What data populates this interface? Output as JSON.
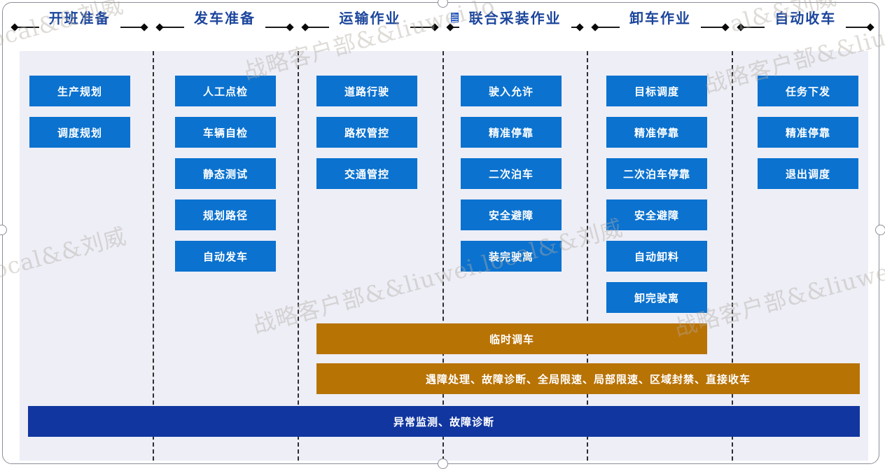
{
  "stages": [
    {
      "header": "开班准备",
      "tasks": [
        "生产规划",
        "调度规划"
      ]
    },
    {
      "header": "发车准备",
      "tasks": [
        "人工点检",
        "车辆自检",
        "静态测试",
        "规划路径",
        "自动发车"
      ]
    },
    {
      "header": "运输作业",
      "tasks": [
        "道路行驶",
        "路权管控",
        "交通管控"
      ]
    },
    {
      "header": "联合采装作业",
      "tasks": [
        "驶入允许",
        "精准停靠",
        "二次泊车",
        "安全避障",
        "装完驶离"
      ]
    },
    {
      "header": "卸车作业",
      "tasks": [
        "目标调度",
        "精准停靠",
        "二次泊车停靠",
        "安全避障",
        "自动卸料",
        "卸完驶离"
      ]
    },
    {
      "header": "自动收车",
      "tasks": [
        "任务下发",
        "精准停靠",
        "退出调度"
      ]
    }
  ],
  "bars": {
    "temporary_dispatch": "临时调车",
    "exception_handling": "遇障处理、故障诊断、全局限速、局部限速、区域封禁、直接收车",
    "monitoring": "异常监测、故障诊断"
  },
  "watermark": {
    "items": [
      "local&&刘威",
      "战略客户部&&liuwei.lo",
      "al&&刘威",
      "战略客户部&&liuwei",
      "local&&刘威",
      "战略客户部&&liuwei.local&&刘威",
      "战略客户部&&liuwei"
    ]
  },
  "colors": {
    "task_blue": "#0b72cf",
    "bar_orange": "#b87305",
    "bar_navy": "#1136a0",
    "panel_bg": "#edeef6",
    "header_text": "#1b459c"
  }
}
